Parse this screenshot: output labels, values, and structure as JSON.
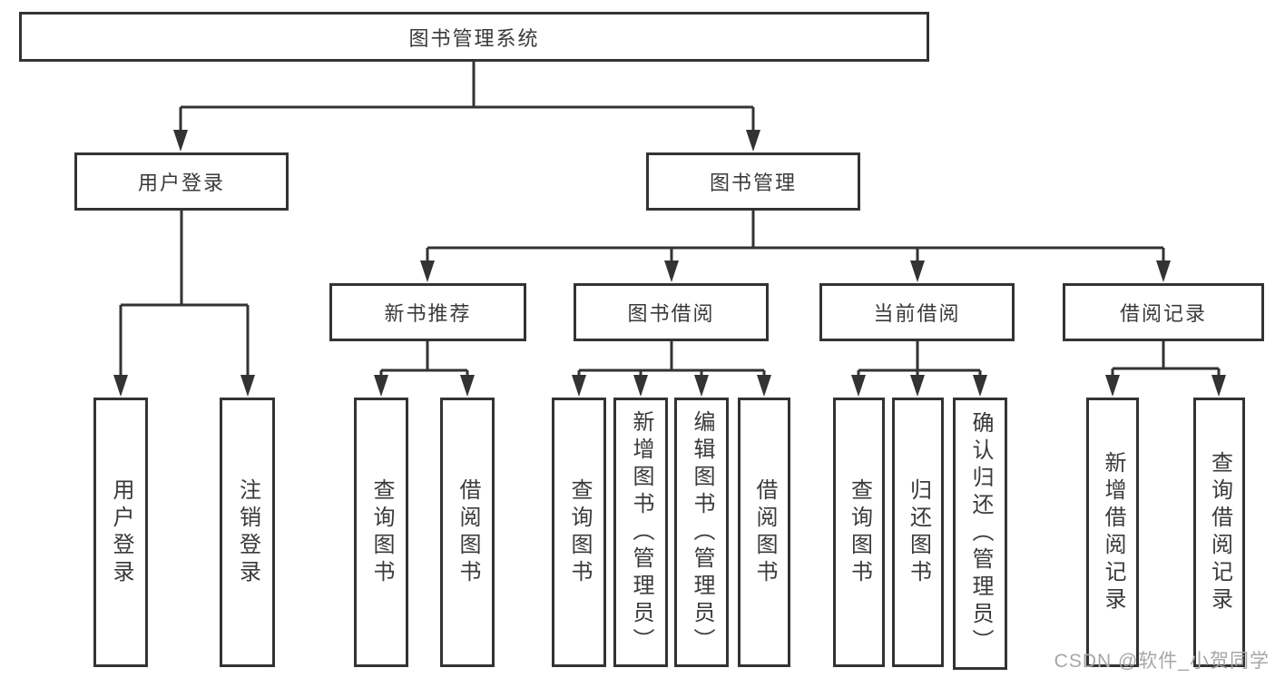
{
  "tree": {
    "label": "图书管理系统",
    "children": [
      {
        "label": "用户登录",
        "children": [
          {
            "label": "用户登录"
          },
          {
            "label": "注销登录"
          }
        ]
      },
      {
        "label": "图书管理",
        "children": [
          {
            "label": "新书推荐",
            "children": [
              {
                "label": "查询图书"
              },
              {
                "label": "借阅图书"
              }
            ]
          },
          {
            "label": "图书借阅",
            "children": [
              {
                "label": "查询图书"
              },
              {
                "label": "新增图书（管理员）"
              },
              {
                "label": "编辑图书（管理员）"
              },
              {
                "label": "借阅图书"
              }
            ]
          },
          {
            "label": "当前借阅",
            "children": [
              {
                "label": "查询图书"
              },
              {
                "label": "归还图书"
              },
              {
                "label": "确认归还（管理员）"
              }
            ]
          },
          {
            "label": "借阅记录",
            "children": [
              {
                "label": "新增借阅记录"
              },
              {
                "label": "查询借阅记录"
              }
            ]
          }
        ]
      }
    ]
  },
  "watermark": {
    "text": "CSDN @软件_小贺同学"
  },
  "colors": {
    "line": "#333333",
    "text": "#3a3a3a",
    "background": "#ffffff",
    "watermark": "#a6a6a6"
  }
}
